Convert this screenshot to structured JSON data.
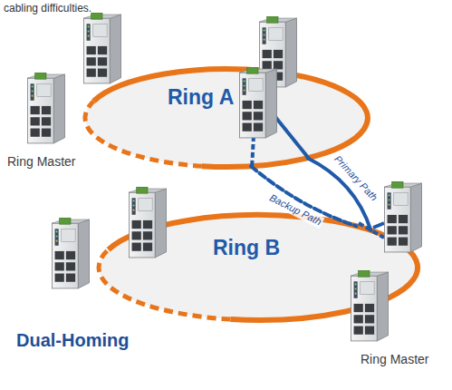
{
  "diagram": {
    "title": "Dual-Homing",
    "nodes": [
      {
        "text": [
          "Ring A"
        ]
      },
      {
        "text": [
          "Ring B"
        ]
      }
    ],
    "edges": [
      {
        "from": 0,
        "to": 1,
        "arrow": "none",
        "label": "Primary Path"
      },
      {
        "from": 0,
        "to": 1,
        "arrow": "none",
        "label": "Backup Path"
      }
    ],
    "labels": [
      "cabling difficulties.",
      "Ring Master",
      "Ring Master"
    ]
  }
}
